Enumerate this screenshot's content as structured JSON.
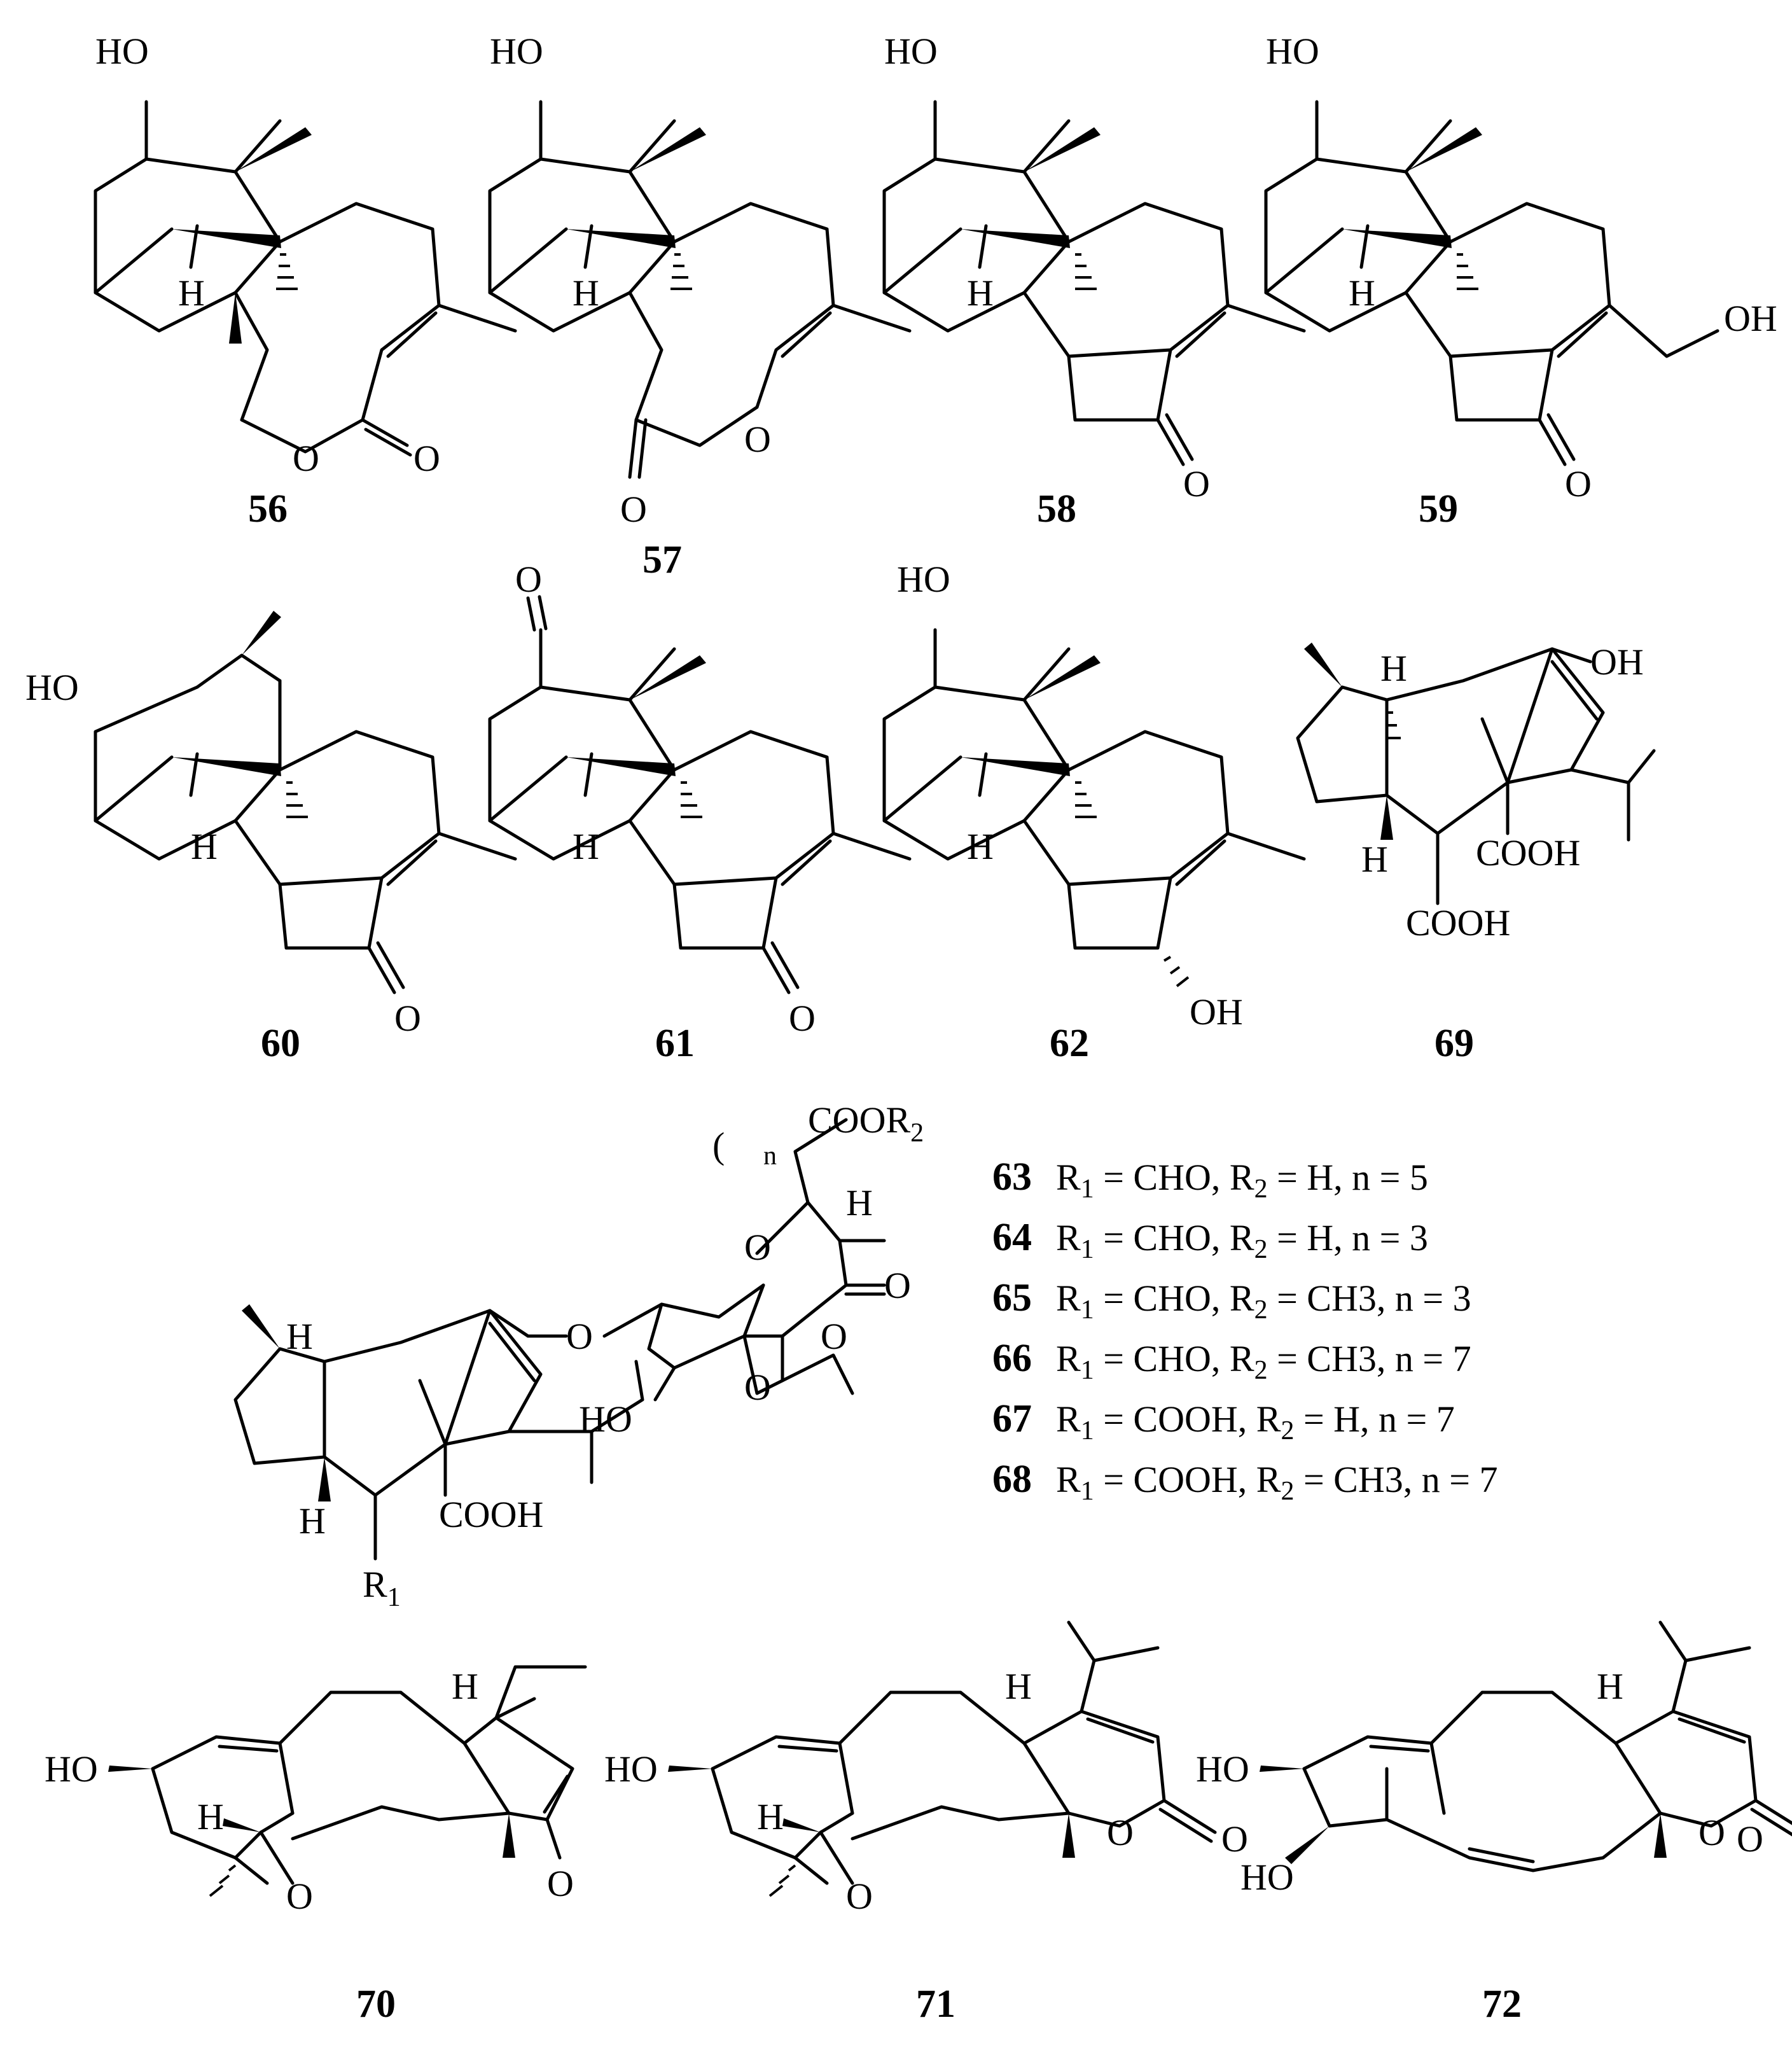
{
  "compounds": [
    {
      "id": "56",
      "labels": {
        "oh": "HO",
        "h": "H",
        "o1": "O",
        "o2": "O"
      }
    },
    {
      "id": "57",
      "labels": {
        "oh": "HO",
        "h": "H",
        "o1": "O",
        "o2": "O"
      }
    },
    {
      "id": "58",
      "labels": {
        "oh": "HO",
        "h": "H",
        "o1": "O"
      }
    },
    {
      "id": "59",
      "labels": {
        "oh": "HO",
        "h": "H",
        "o1": "O",
        "oh2": "OH"
      }
    },
    {
      "id": "60",
      "labels": {
        "oh": "HO",
        "h": "H",
        "o1": "O"
      }
    },
    {
      "id": "61",
      "labels": {
        "o_top": "O",
        "h": "H",
        "o1": "O"
      }
    },
    {
      "id": "62",
      "labels": {
        "oh": "HO",
        "h": "H",
        "oh2": "OH"
      }
    },
    {
      "id": "69",
      "labels": {
        "h1": "H",
        "h2": "H",
        "oh": "OH",
        "cooh1": "COOH",
        "cooh2": "COOH"
      }
    },
    {
      "id": "70",
      "labels": {
        "oh": "HO",
        "h1": "H",
        "h2": "H",
        "o_ep": "O",
        "o_k": "O"
      }
    },
    {
      "id": "71",
      "labels": {
        "oh": "HO",
        "h1": "H",
        "h2": "H",
        "o_ep": "O",
        "o_r": "O",
        "o_k": "O"
      }
    },
    {
      "id": "72",
      "labels": {
        "oh1": "HO",
        "oh2": "HO",
        "h1": "H",
        "o_r": "O",
        "o_k": "O"
      }
    }
  ],
  "general_structure": {
    "labels": {
      "cooR": "COOR",
      "cooR_sub": "2",
      "n": "n",
      "h_side": "H",
      "o_k": "O",
      "o_ring1": "O",
      "o_ring2": "O",
      "o_link": "O",
      "o_me": "O",
      "ho": "HO",
      "h1": "H",
      "h2": "H",
      "cooh": "COOH",
      "r1": "R",
      "r1_sub": "1"
    }
  },
  "legend": [
    {
      "id": "63",
      "text": "R1 = CHO, R2 = H, n = 5",
      "r1": "CHO",
      "r2": "H",
      "n": "5"
    },
    {
      "id": "64",
      "text": "R1 = CHO, R2 = H, n = 3",
      "r1": "CHO",
      "r2": "H",
      "n": "3"
    },
    {
      "id": "65",
      "text": "R1 = CHO, R2 = CH3, n = 3",
      "r1": "CHO",
      "r2": "CH3",
      "n": "3"
    },
    {
      "id": "66",
      "text": "R1 = CHO, R2 = CH3, n = 7",
      "r1": "CHO",
      "r2": "CH3",
      "n": "7"
    },
    {
      "id": "67",
      "text": "R1 = COOH, R2 = H, n = 7",
      "r1": "COOH",
      "r2": "H",
      "n": "7"
    },
    {
      "id": "68",
      "text": "R1 = COOH, R2 = CH3, n = 7",
      "r1": "COOH",
      "r2": "CH3",
      "n": "7"
    }
  ]
}
